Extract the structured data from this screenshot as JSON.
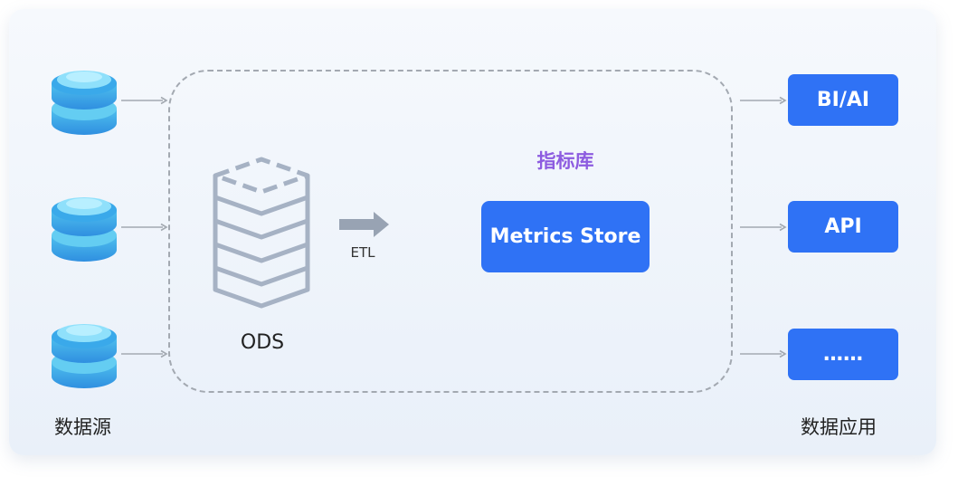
{
  "sources": {
    "label": "数据源",
    "items": [
      {
        "icon": "database-icon"
      },
      {
        "icon": "database-icon"
      },
      {
        "icon": "database-icon"
      }
    ]
  },
  "warehouse": {
    "ods_label": "ODS",
    "etl_label": "ETL"
  },
  "metrics": {
    "title": "指标库",
    "store_label": "Metrics Store"
  },
  "applications": {
    "label": "数据应用",
    "items": [
      {
        "label": "BI/AI"
      },
      {
        "label": "API"
      },
      {
        "label": "……"
      }
    ]
  },
  "colors": {
    "accent_blue": "#2f72f5",
    "purple_title": "#8d5ce0",
    "db_cyan": "#5cc6ef",
    "line_gray": "#a3a9b1"
  }
}
